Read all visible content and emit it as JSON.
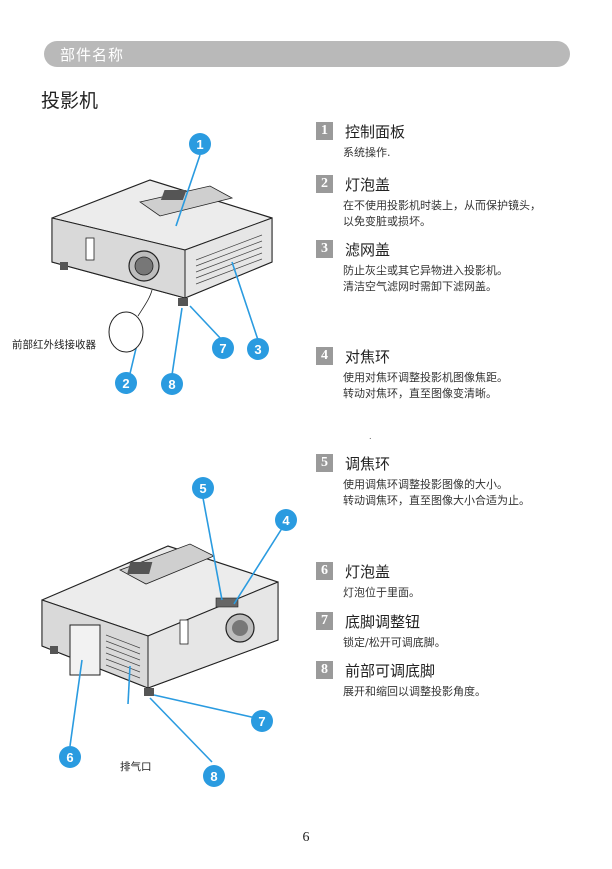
{
  "header": {
    "section": "部件名称",
    "title": "投影机"
  },
  "figure_top": {
    "callout_label": "前部红外线接收器",
    "markers": [
      "1",
      "2",
      "3",
      "7",
      "8"
    ]
  },
  "figure_bottom": {
    "callout_label": "排气口",
    "markers": [
      "5",
      "4",
      "6",
      "7",
      "8"
    ]
  },
  "items": [
    {
      "num": "1",
      "title": "控制面板",
      "desc": [
        "系统操作."
      ]
    },
    {
      "num": "2",
      "title": "灯泡盖",
      "desc": [
        "在不使用投影机时装上，从而保护镜头，",
        "以免变脏或损坏。"
      ]
    },
    {
      "num": "3",
      "title": "滤网盖",
      "desc": [
        "防止灰尘或其它异物进入投影机。",
        "清洁空气滤网时需卸下滤网盖。"
      ]
    },
    {
      "num": "4",
      "title": "对焦环",
      "desc": [
        "使用对焦环调整投影机图像焦距。",
        "转动对焦环，直至图像变清晰。"
      ]
    },
    {
      "num": "5",
      "title": "调焦环",
      "desc": [
        "使用调焦环调整投影图像的大小。",
        "转动调焦环，直至图像大小合适为止。"
      ]
    },
    {
      "num": "6",
      "title": "灯泡盖",
      "desc": [
        "灯泡位于里面。"
      ]
    },
    {
      "num": "7",
      "title": "底脚调整钮",
      "desc": [
        "锁定/松开可调底脚。"
      ]
    },
    {
      "num": "8",
      "title": "前部可调底脚",
      "desc": [
        "展开和缩回以调整投影角度。"
      ]
    }
  ],
  "stray_mark": ".",
  "page_number": "6",
  "colors": {
    "marker": "#2a9be0",
    "banner": "#b9b9b9",
    "number_box": "#9a9a9a"
  }
}
